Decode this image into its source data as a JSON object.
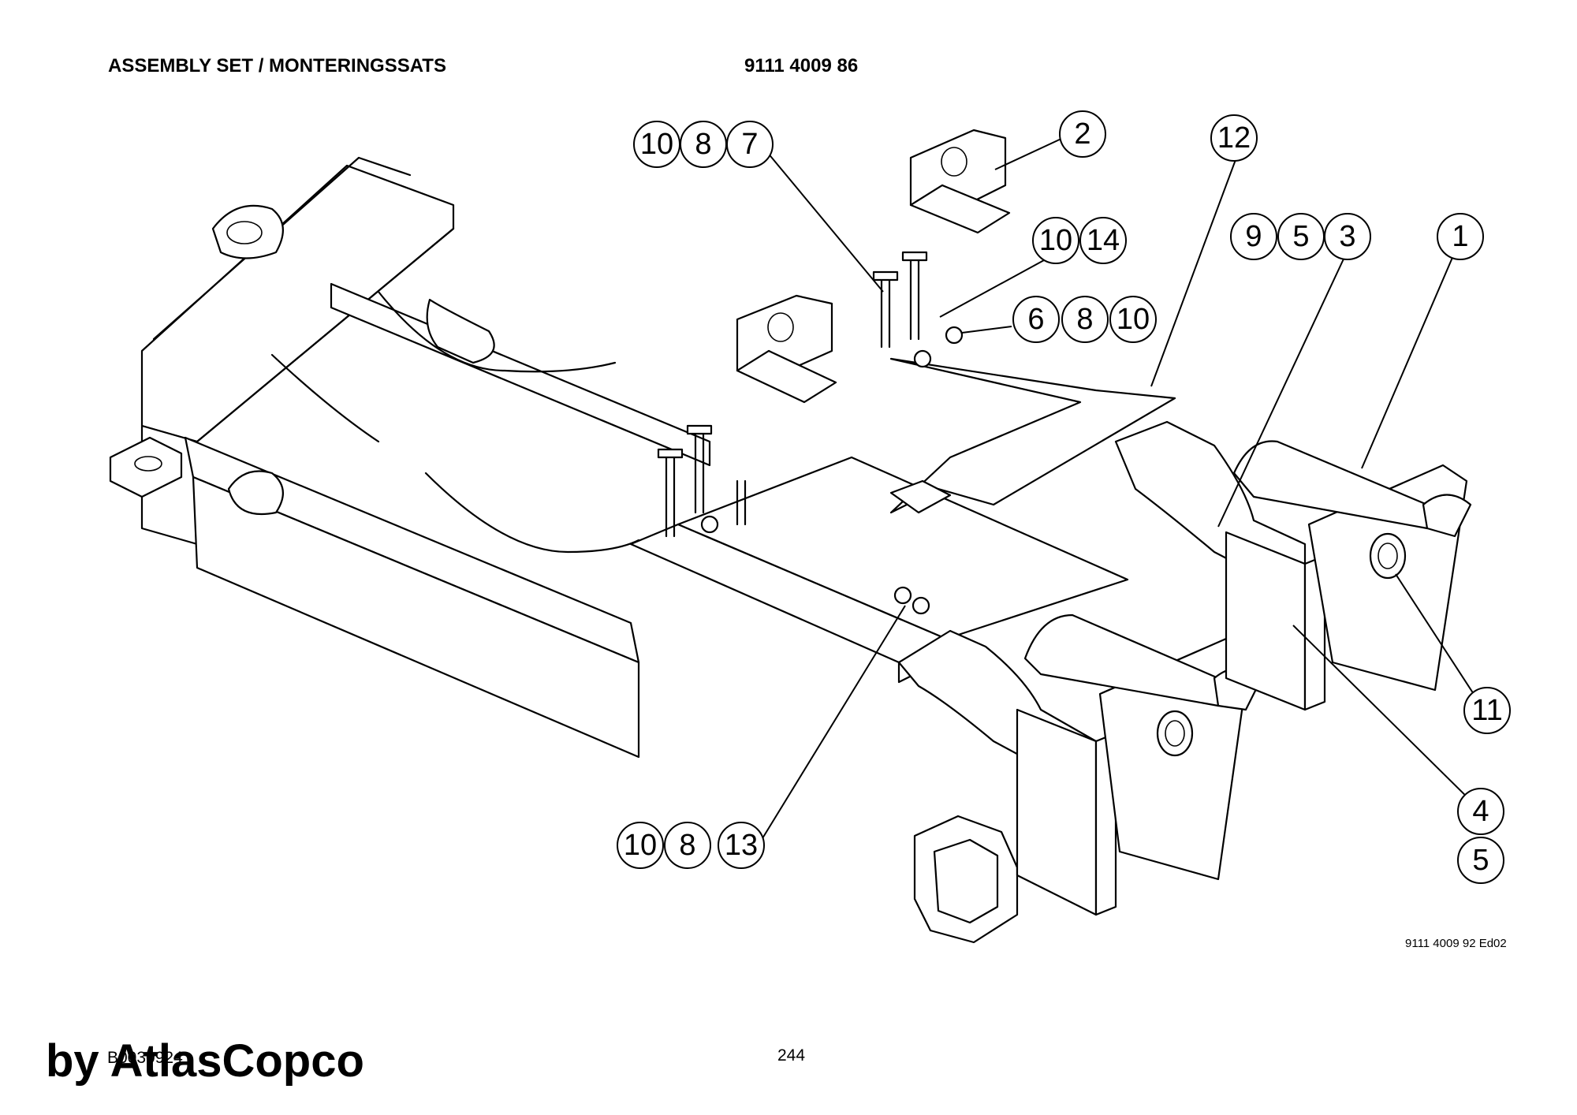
{
  "header": {
    "title": "ASSEMBLY SET / MONTERINGSSATS",
    "part_number": "9111 4009 86"
  },
  "balloons": [
    {
      "id": "b-10-a",
      "label": "10"
    },
    {
      "id": "b-8-a",
      "label": "8"
    },
    {
      "id": "b-7",
      "label": "7"
    },
    {
      "id": "b-2",
      "label": "2"
    },
    {
      "id": "b-12",
      "label": "12"
    },
    {
      "id": "b-10-b",
      "label": "10"
    },
    {
      "id": "b-14",
      "label": "14"
    },
    {
      "id": "b-9",
      "label": "9"
    },
    {
      "id": "b-5-a",
      "label": "5"
    },
    {
      "id": "b-3",
      "label": "3"
    },
    {
      "id": "b-1",
      "label": "1"
    },
    {
      "id": "b-6",
      "label": "6"
    },
    {
      "id": "b-8-b",
      "label": "8"
    },
    {
      "id": "b-10-c",
      "label": "10"
    },
    {
      "id": "b-11",
      "label": "11"
    },
    {
      "id": "b-4",
      "label": "4"
    },
    {
      "id": "b-5-b",
      "label": "5"
    },
    {
      "id": "b-10-d",
      "label": "10"
    },
    {
      "id": "b-8-c",
      "label": "8"
    },
    {
      "id": "b-13",
      "label": "13"
    }
  ],
  "footer": {
    "drawing_ref": "9111 4009 92 Ed02",
    "document_id": "B0030924",
    "page_number": "244",
    "brand": "by AtlasCopco"
  }
}
